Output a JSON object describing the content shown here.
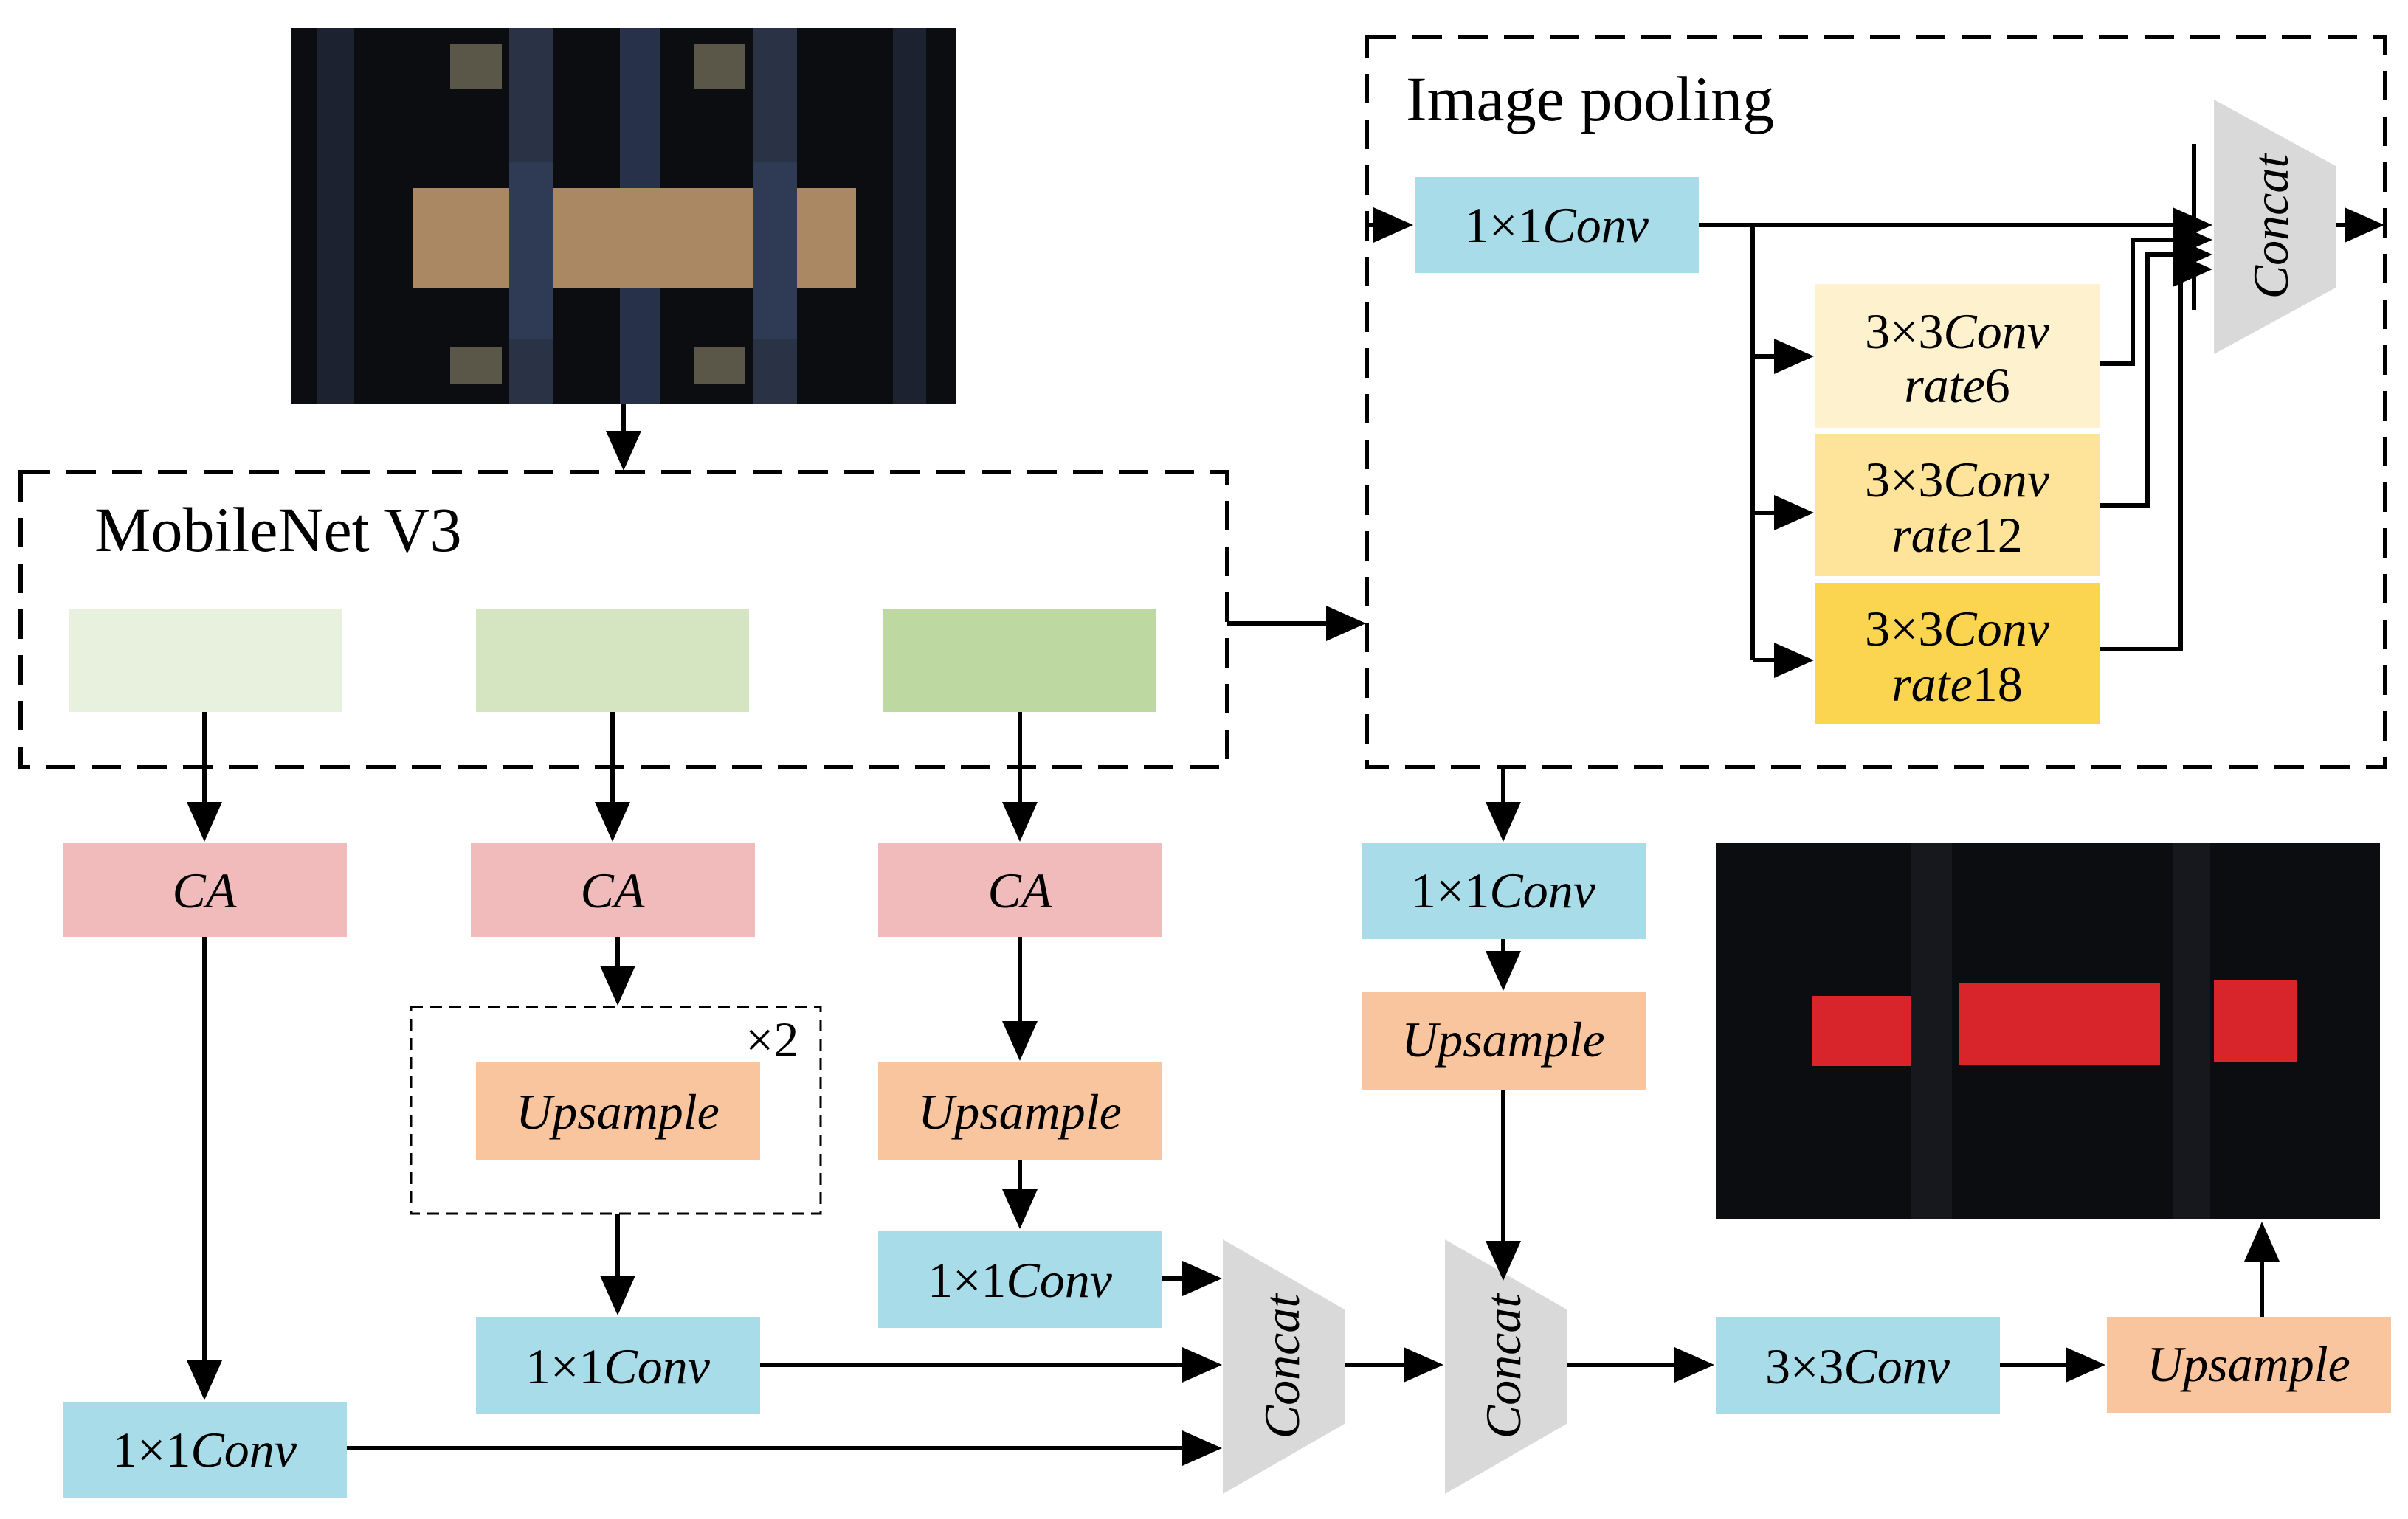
{
  "colors": {
    "conv": "#a8dce8",
    "ca": "#f2bbbb",
    "upsample": "#f9c59e",
    "concat": "#d9d9d9",
    "feature_light": "#e8f1de",
    "feature_mid": "#d5e5c1",
    "feature_dark": "#bed8a1",
    "rate6": "#fdf1ce",
    "rate12": "#fde49a",
    "rate18": "#fcd550",
    "mask_red": "#d8242b",
    "photo_dark": "#0c0d10"
  },
  "groups": {
    "backbone": "MobileNet V3",
    "aspp": "Image pooling",
    "upsample_repeat": "×2"
  },
  "conv1x1": {
    "prefix": "1×1",
    "op": "Conv"
  },
  "conv3x3": {
    "prefix": "3×3",
    "op": "Conv"
  },
  "ca": "CA",
  "upsample": "Upsample",
  "concat": "Concat",
  "rate_word": "rate",
  "rates": [
    "6",
    "12",
    "18"
  ],
  "icons": {
    "input": "input-image",
    "output": "segmentation-output-image"
  }
}
